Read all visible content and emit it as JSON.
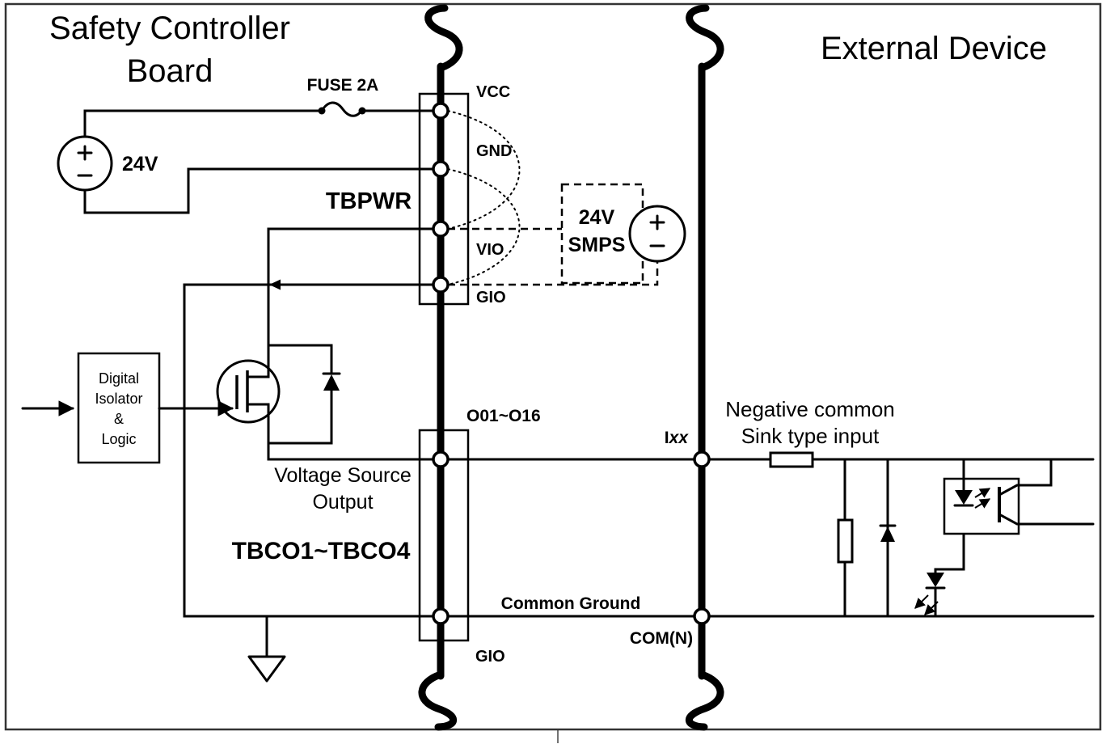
{
  "diagram": {
    "title_board_line1": "Safety Controller",
    "title_board_line2": "Board",
    "title_external": "External Device",
    "fuse_label": "FUSE 2A",
    "supply_label": "24V",
    "tbpwr_label": "TBPWR",
    "pin_vcc": "VCC",
    "pin_gnd": "GND",
    "pin_vio": "VIO",
    "pin_gio_top": "GIO",
    "smps_line1": "24V",
    "smps_line2": "SMPS",
    "isolator_line1": "Digital",
    "isolator_line2": "Isolator",
    "isolator_line3": "&",
    "isolator_line4": "Logic",
    "output_range": "O01~O16",
    "input_label_prefix": "I",
    "input_label_sub": "xx",
    "negative_common_line1": "Negative common",
    "negative_common_line2": "Sink type input",
    "vso_line1": "Voltage Source",
    "vso_line2": "Output",
    "tbco_label": "TBCO1~TBCO4",
    "common_ground_label": "Common Ground",
    "com_n_label": "COM(N)",
    "pin_gio_bottom": "GIO",
    "colors": {
      "line": "#000000",
      "background": "#ffffff"
    }
  }
}
